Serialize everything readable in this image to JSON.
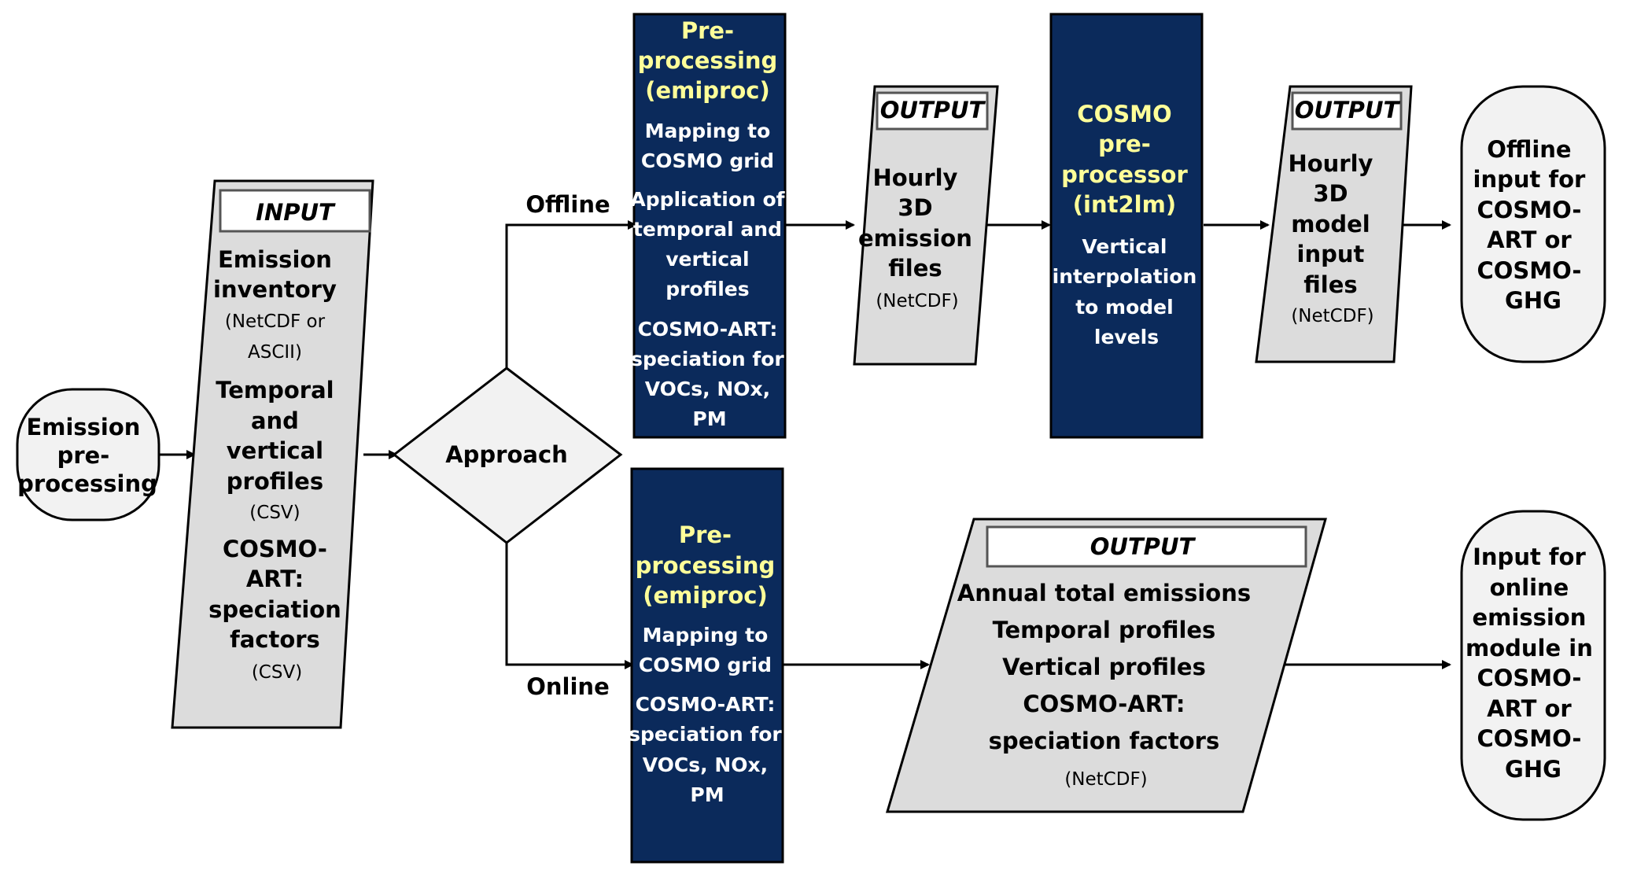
{
  "start": {
    "lines": [
      "Emission",
      "pre-",
      "processing"
    ]
  },
  "input": {
    "header": "INPUT",
    "items": [
      {
        "bold": [
          "Emission",
          "inventory"
        ],
        "note": [
          "(NetCDF or",
          "ASCII)"
        ]
      },
      {
        "bold": [
          "Temporal",
          "and",
          "vertical",
          "profiles"
        ],
        "note": [
          "(CSV)"
        ]
      },
      {
        "bold": [
          "COSMO-",
          "ART:",
          "speciation",
          "factors"
        ],
        "note": [
          "(CSV)"
        ]
      }
    ]
  },
  "decision": {
    "label": "Approach",
    "branch_offline": "Offline",
    "branch_online": "Online"
  },
  "offline": {
    "preproc": {
      "title": [
        "Pre-",
        "processing",
        "(emiproc)"
      ],
      "lines": [
        "Mapping to",
        "COSMO grid",
        "Application of",
        "temporal and",
        "vertical",
        "profiles",
        "COSMO-ART:",
        "speciation for",
        "VOCs, NOx,",
        "PM"
      ]
    },
    "output1": {
      "header": "OUTPUT",
      "bold": [
        "Hourly",
        "3D",
        "emission",
        "files"
      ],
      "note": "(NetCDF)"
    },
    "cosmo": {
      "title": [
        "COSMO",
        "pre-",
        "processor",
        "(int2lm)"
      ],
      "lines": [
        "Vertical",
        "interpolation",
        "to model",
        "levels"
      ]
    },
    "output2": {
      "header": "OUTPUT",
      "bold": [
        "Hourly",
        "3D",
        "model",
        "input",
        "files"
      ],
      "note": "(NetCDF)"
    },
    "end": {
      "lines": [
        "Offline",
        "input for",
        "COSMO-",
        "ART or",
        "COSMO-",
        "GHG"
      ]
    }
  },
  "online": {
    "preproc": {
      "title": [
        "Pre-",
        "processing",
        "(emiproc)"
      ],
      "lines": [
        "Mapping to",
        "COSMO grid",
        "COSMO-ART:",
        "speciation for",
        "VOCs, NOx,",
        "PM"
      ]
    },
    "output": {
      "header": "OUTPUT",
      "bold": [
        "Annual total emissions",
        "Temporal profiles",
        "Vertical profiles",
        "COSMO-ART:",
        "speciation factors"
      ],
      "note": "(NetCDF)"
    },
    "end": {
      "lines": [
        "Input for",
        "online",
        "emission",
        "module in",
        "COSMO-",
        "ART or",
        "COSMO-",
        "GHG"
      ]
    }
  }
}
